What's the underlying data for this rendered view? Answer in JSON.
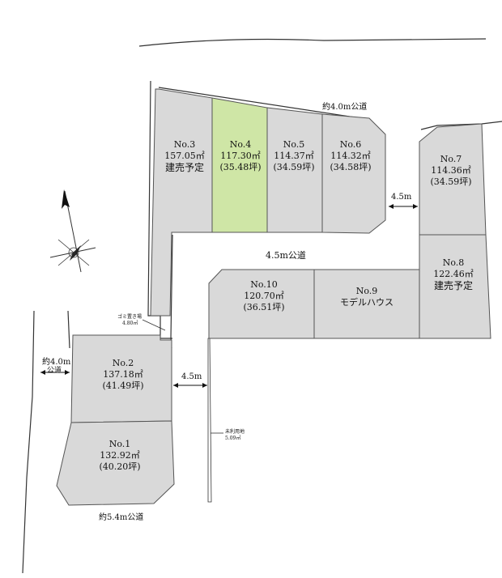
{
  "lots": [
    {
      "no": "No.1",
      "area": "132.92㎡",
      "tsubo": "(40.20坪)",
      "note": ""
    },
    {
      "no": "No.2",
      "area": "137.18㎡",
      "tsubo": "(41.49坪)",
      "note": ""
    },
    {
      "no": "No.3",
      "area": "157.05㎡",
      "tsubo": "",
      "note": "建売予定"
    },
    {
      "no": "No.4",
      "area": "117.30㎡",
      "tsubo": "(35.48坪)",
      "note": ""
    },
    {
      "no": "No.5",
      "area": "114.37㎡",
      "tsubo": "(34.59坪)",
      "note": ""
    },
    {
      "no": "No.6",
      "area": "114.32㎡",
      "tsubo": "(34.58坪)",
      "note": ""
    },
    {
      "no": "No.7",
      "area": "114.36㎡",
      "tsubo": "(34.59坪)",
      "note": ""
    },
    {
      "no": "No.8",
      "area": "122.46㎡",
      "tsubo": "",
      "note": "建売予定"
    },
    {
      "no": "No.9",
      "area": "モデルハウス",
      "tsubo": "",
      "note": ""
    },
    {
      "no": "No.10",
      "area": "120.70㎡",
      "tsubo": "(36.51坪)",
      "note": ""
    }
  ],
  "roads": {
    "top": "約4.0m公道",
    "middle": "4.5m公道",
    "bottom": "約5.4m公道",
    "left_line1": "約4.0m",
    "left_line2": "公道",
    "width_right": "4.5m",
    "width_lower": "4.5m"
  },
  "notes": {
    "garbage_line1": "ゴミ置き場",
    "garbage_line2": "4.80㎡",
    "unused_line1": "未利用地",
    "unused_line2": "5.09㎡"
  },
  "colors": {
    "lot_fill": "#d9d9d9",
    "highlight_fill": "#cfe6a6",
    "outline": "#555555"
  },
  "icons": {
    "compass": "north-arrow-compass-icon"
  }
}
